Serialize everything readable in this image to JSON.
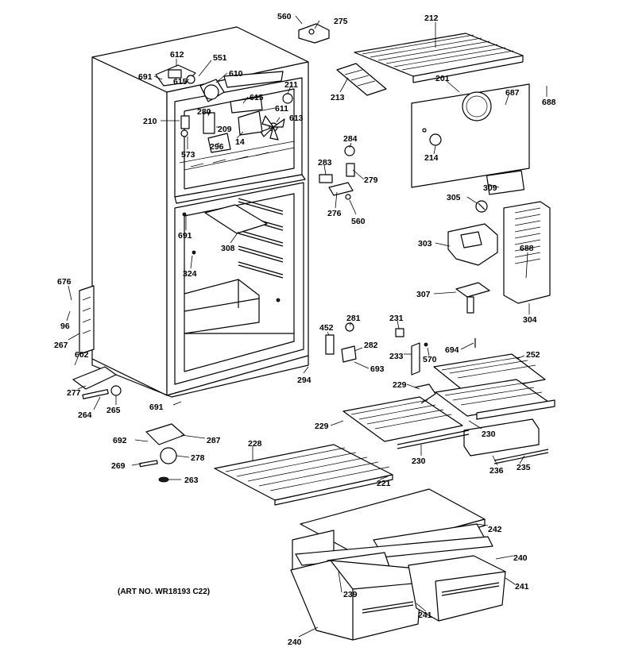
{
  "diagram": {
    "art_number": "(ART NO. WR18193 C22)",
    "callouts": [
      {
        "id": "560",
        "text": "560"
      },
      {
        "id": "275",
        "text": "275"
      },
      {
        "id": "212",
        "text": "212"
      },
      {
        "id": "612",
        "text": "612"
      },
      {
        "id": "551",
        "text": "551"
      },
      {
        "id": "691a",
        "text": "691"
      },
      {
        "id": "615a",
        "text": "615"
      },
      {
        "id": "610",
        "text": "610"
      },
      {
        "id": "211",
        "text": "211"
      },
      {
        "id": "213",
        "text": "213"
      },
      {
        "id": "201",
        "text": "201"
      },
      {
        "id": "687",
        "text": "687"
      },
      {
        "id": "688a",
        "text": "688"
      },
      {
        "id": "615b",
        "text": "615"
      },
      {
        "id": "280",
        "text": "280"
      },
      {
        "id": "611",
        "text": "611"
      },
      {
        "id": "210",
        "text": "210"
      },
      {
        "id": "613",
        "text": "613"
      },
      {
        "id": "209",
        "text": "209"
      },
      {
        "id": "14",
        "text": "14"
      },
      {
        "id": "573",
        "text": "573"
      },
      {
        "id": "296",
        "text": "296"
      },
      {
        "id": "284",
        "text": "284"
      },
      {
        "id": "214",
        "text": "214"
      },
      {
        "id": "283",
        "text": "283"
      },
      {
        "id": "279",
        "text": "279"
      },
      {
        "id": "309",
        "text": "309"
      },
      {
        "id": "305",
        "text": "305"
      },
      {
        "id": "276",
        "text": "276"
      },
      {
        "id": "560b",
        "text": "560"
      },
      {
        "id": "691b",
        "text": "691"
      },
      {
        "id": "308",
        "text": "308"
      },
      {
        "id": "303",
        "text": "303"
      },
      {
        "id": "688b",
        "text": "688"
      },
      {
        "id": "324",
        "text": "324"
      },
      {
        "id": "307",
        "text": "307"
      },
      {
        "id": "304",
        "text": "304"
      },
      {
        "id": "676",
        "text": "676"
      },
      {
        "id": "96",
        "text": "96"
      },
      {
        "id": "267",
        "text": "267"
      },
      {
        "id": "602",
        "text": "602"
      },
      {
        "id": "281",
        "text": "281"
      },
      {
        "id": "231",
        "text": "231"
      },
      {
        "id": "452",
        "text": "452"
      },
      {
        "id": "282",
        "text": "282"
      },
      {
        "id": "233",
        "text": "233"
      },
      {
        "id": "570",
        "text": "570"
      },
      {
        "id": "694",
        "text": "694"
      },
      {
        "id": "252",
        "text": "252"
      },
      {
        "id": "693",
        "text": "693"
      },
      {
        "id": "294",
        "text": "294"
      },
      {
        "id": "277",
        "text": "277"
      },
      {
        "id": "264",
        "text": "264"
      },
      {
        "id": "265",
        "text": "265"
      },
      {
        "id": "691c",
        "text": "691"
      },
      {
        "id": "229a",
        "text": "229"
      },
      {
        "id": "229b",
        "text": "229"
      },
      {
        "id": "230a",
        "text": "230"
      },
      {
        "id": "692",
        "text": "692"
      },
      {
        "id": "287",
        "text": "287"
      },
      {
        "id": "228",
        "text": "228"
      },
      {
        "id": "230b",
        "text": "230"
      },
      {
        "id": "269",
        "text": "269"
      },
      {
        "id": "278",
        "text": "278"
      },
      {
        "id": "236",
        "text": "236"
      },
      {
        "id": "235",
        "text": "235"
      },
      {
        "id": "263",
        "text": "263"
      },
      {
        "id": "221",
        "text": "221"
      },
      {
        "id": "242",
        "text": "242"
      },
      {
        "id": "240a",
        "text": "240"
      },
      {
        "id": "239",
        "text": "239"
      },
      {
        "id": "241a",
        "text": "241"
      },
      {
        "id": "241b",
        "text": "241"
      },
      {
        "id": "240b",
        "text": "240"
      }
    ]
  }
}
